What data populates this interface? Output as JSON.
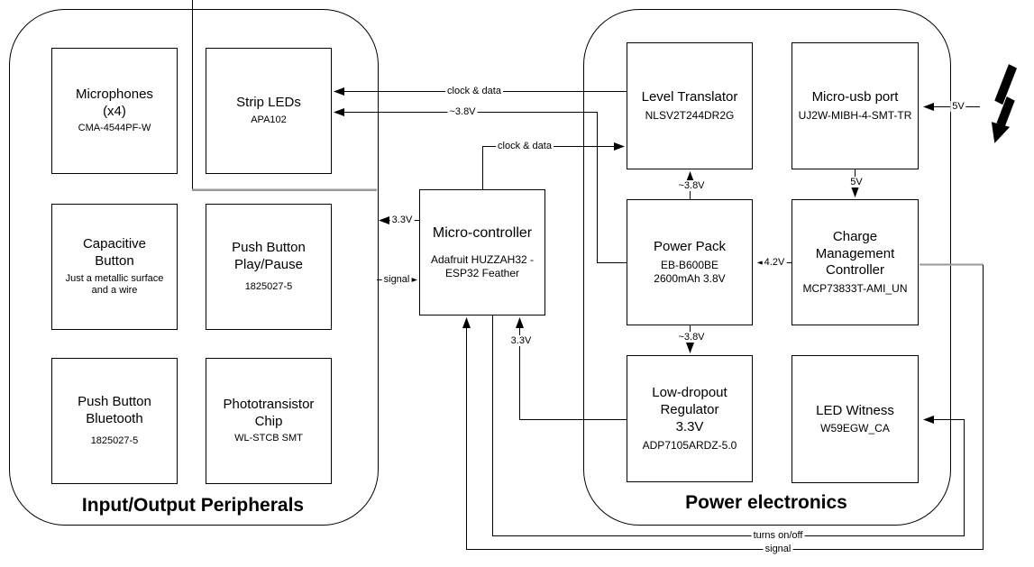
{
  "diagram": {
    "groups": {
      "io": {
        "title": "Input/Output Peripherals"
      },
      "power": {
        "title": "Power electronics"
      }
    },
    "nodes": {
      "microphones": {
        "title": "Microphones\n(x4)",
        "subtitle": "CMA-4544PF-W"
      },
      "strip_leds": {
        "title": "Strip LEDs",
        "subtitle": "APA102"
      },
      "capacitive_button": {
        "title": "Capacitive\nButton",
        "subtitle": "Just a metallic surface\nand a wire"
      },
      "push_button_play_pause": {
        "title": "Push Button\nPlay/Pause",
        "subtitle": "1825027-5"
      },
      "push_button_bluetooth": {
        "title": "Push Button\nBluetooth",
        "subtitle": "1825027-5"
      },
      "phototransistor": {
        "title": "Phototransistor\nChip",
        "subtitle": "WL-STCB SMT"
      },
      "micro_controller": {
        "title": "Micro-controller",
        "subtitle": "Adafruit HUZZAH32 -\nESP32 Feather"
      },
      "level_translator": {
        "title": "Level Translator",
        "subtitle": "NLSV2T244DR2G"
      },
      "micro_usb": {
        "title": "Micro-usb port",
        "subtitle": "UJ2W-MIBH-4-SMT-TR"
      },
      "power_pack": {
        "title": "Power Pack",
        "subtitle": "EB-B600BE\n2600mAh 3.8V"
      },
      "charge_controller": {
        "title": "Charge\nManagement\nController",
        "subtitle": "MCP73833T-AMI_UN"
      },
      "ldo_regulator": {
        "title": "Low-dropout\nRegulator\n3.3V",
        "subtitle": "ADP7105ARDZ-5.0"
      },
      "led_witness": {
        "title": "LED Witness",
        "subtitle": "W59EGW_CA"
      }
    },
    "edge_labels": {
      "clock_data_leds": "clock & data",
      "v38_leds": "~3.8V",
      "clock_data_lt": "clock & data",
      "v33_io": "3.3V",
      "signal_io": "signal",
      "v38_lt": "~3.8V",
      "v5_charge": "5V",
      "v42_pack": "4.2V",
      "v38_ldo": "~3.8V",
      "v5_bolt": "5V",
      "v33_micro": "3.3V",
      "turns_onoff": "turns on/off",
      "signal_bottom": "signal"
    },
    "icons": {
      "lightning": "high-voltage-bolt"
    },
    "colors": {
      "line": "#000000",
      "accent_gray": "#999999",
      "background": "#ffffff"
    }
  }
}
